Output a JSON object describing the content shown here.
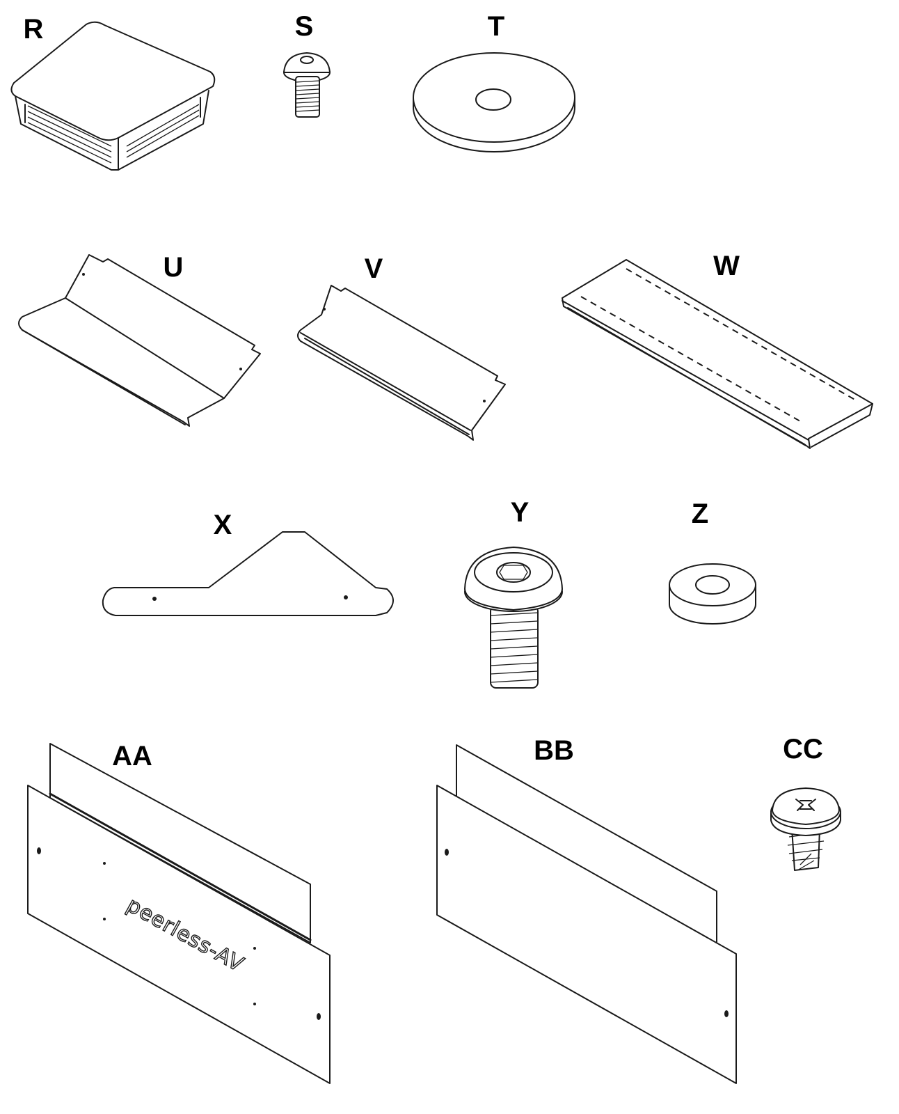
{
  "parts": [
    {
      "id": "R",
      "label": "R",
      "icon": "square-tube-end-cap"
    },
    {
      "id": "S",
      "label": "S",
      "icon": "small-button-head-screw"
    },
    {
      "id": "T",
      "label": "T",
      "icon": "large-flat-washer"
    },
    {
      "id": "U",
      "label": "U",
      "icon": "cover-plate-u"
    },
    {
      "id": "V",
      "label": "V",
      "icon": "cover-plate-v"
    },
    {
      "id": "W",
      "label": "W",
      "icon": "channel-cover-w"
    },
    {
      "id": "X",
      "label": "X",
      "icon": "bracket-plate-x"
    },
    {
      "id": "Y",
      "label": "Y",
      "icon": "large-button-head-screw"
    },
    {
      "id": "Z",
      "label": "Z",
      "icon": "spacer-ring"
    },
    {
      "id": "AA",
      "label": "AA",
      "icon": "front-panel-with-logo",
      "logo_text": "peerless-AV"
    },
    {
      "id": "BB",
      "label": "BB",
      "icon": "front-panel-plain"
    },
    {
      "id": "CC",
      "label": "CC",
      "icon": "phillips-thread-forming-screw"
    }
  ]
}
